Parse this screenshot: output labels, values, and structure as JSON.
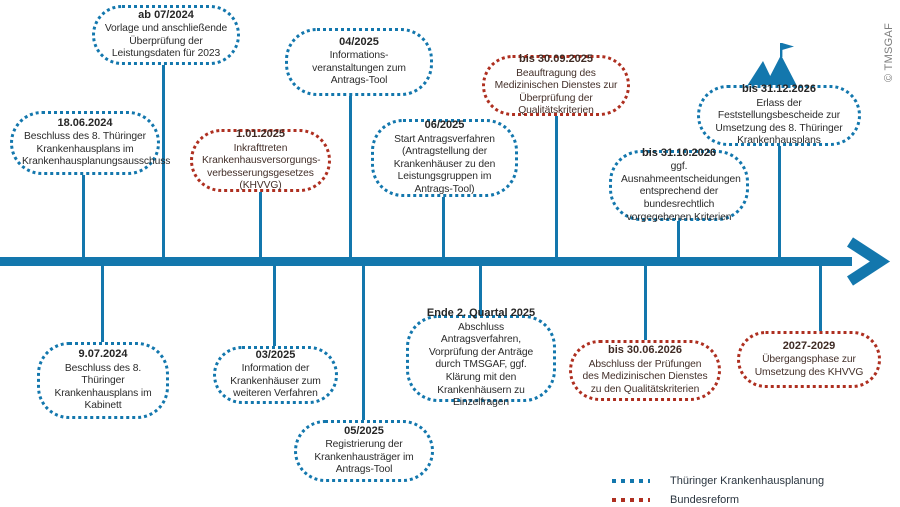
{
  "copyright": "© TMSGAF",
  "colors": {
    "blue": "#1377ad",
    "red": "#ae2f20",
    "text": "#2b2b2b"
  },
  "icons": {
    "milestone": "mountain-flag",
    "axis_end": "arrow-right-chevron"
  },
  "legend": {
    "items": [
      {
        "label": "Thüringer Krankenhausplanung",
        "color": "#1377ad",
        "style": "dotted"
      },
      {
        "label": "Bundesreform",
        "color": "#ae2f20",
        "style": "dotted"
      }
    ]
  },
  "events": [
    {
      "date": "ab 07/2024",
      "text": "Vorlage und anschließende Überprüfung der Leistungsdaten für 2023",
      "category": "Thüringer Krankenhausplanung",
      "side": "above"
    },
    {
      "date": "18.06.2024",
      "text": "Beschluss des 8. Thüringer Krankenhausplans im Krankenhausplanungsausschuss",
      "category": "Thüringer Krankenhausplanung",
      "side": "above"
    },
    {
      "date": "04/2025",
      "text": "Informations- veranstaltungen zum Antrags-Tool",
      "category": "Thüringer Krankenhausplanung",
      "side": "above"
    },
    {
      "date": "1.01.2025",
      "text": "Inkrafttreten Krankenhausversorgungs- verbesserungsgesetzes (KHVVG)",
      "category": "Bundesreform",
      "side": "above"
    },
    {
      "date": "06/2025",
      "text": "Start Antragsverfahren (Antragstellung der Krankenhäuser zu den Leistungsgruppen im Antrags-Tool)",
      "category": "Thüringer Krankenhausplanung",
      "side": "above"
    },
    {
      "date": "bis 30.09.2025",
      "text": "Beauftragung des Medizinischen Dienstes zur Überprüfung der Qualitätskriterien",
      "category": "Bundesreform",
      "side": "above"
    },
    {
      "date": "bis 31.12.2026",
      "text": "Erlass der Feststellungsbescheide zur Umsetzung des 8. Thüringer Krankenhausplans",
      "category": "Thüringer Krankenhausplanung",
      "side": "above"
    },
    {
      "date": "bis 31.10.2026",
      "text": "ggf. Ausnahmeentscheidungen entsprechend der bundesrechtlich vorgegebenen Kriterien",
      "category": "Thüringer Krankenhausplanung",
      "side": "above"
    },
    {
      "date": "9.07.2024",
      "text": "Beschluss des 8. Thüringer Krankenhausplans im Kabinett",
      "category": "Thüringer Krankenhausplanung",
      "side": "below"
    },
    {
      "date": "03/2025",
      "text": "Information der Krankenhäuser zum weiteren Verfahren",
      "category": "Thüringer Krankenhausplanung",
      "side": "below"
    },
    {
      "date": "05/2025",
      "text": "Registrierung der Krankenhausträger im Antrags-Tool",
      "category": "Thüringer Krankenhausplanung",
      "side": "below"
    },
    {
      "date": "Ende 2. Quartal 2025",
      "text": "Abschluss Antragsverfahren, Vorprüfung der Anträge durch TMSGAF, ggf. Klärung mit den Krankenhäusern zu Einzelfragen",
      "category": "Thüringer Krankenhausplanung",
      "side": "below"
    },
    {
      "date": "bis 30.06.2026",
      "text": "Abschluss der Prüfungen des Medizinischen Dienstes zu den Qualitätskriterien",
      "category": "Bundesreform",
      "side": "below"
    },
    {
      "date": "2027-2029",
      "text": "Übergangsphase zur Umsetzung des KHVVG",
      "category": "Bundesreform",
      "side": "below"
    }
  ]
}
